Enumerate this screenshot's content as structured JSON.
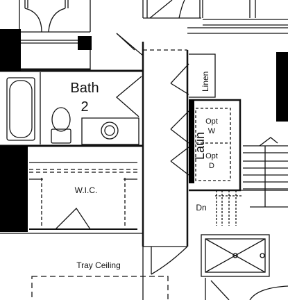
{
  "labels": {
    "bath": "Bath",
    "bath_num": "2",
    "linen": "Linen",
    "laun": "Laun",
    "opt_w_1": "Opt",
    "opt_w_2": "W",
    "opt_d_1": "Opt",
    "opt_d_2": "D",
    "wic": "W.I.C.",
    "dn": "Dn",
    "tray": "Tray Ceiling"
  },
  "colors": {
    "ink": "#111111",
    "wall": "#000000",
    "paper": "#ffffff"
  }
}
